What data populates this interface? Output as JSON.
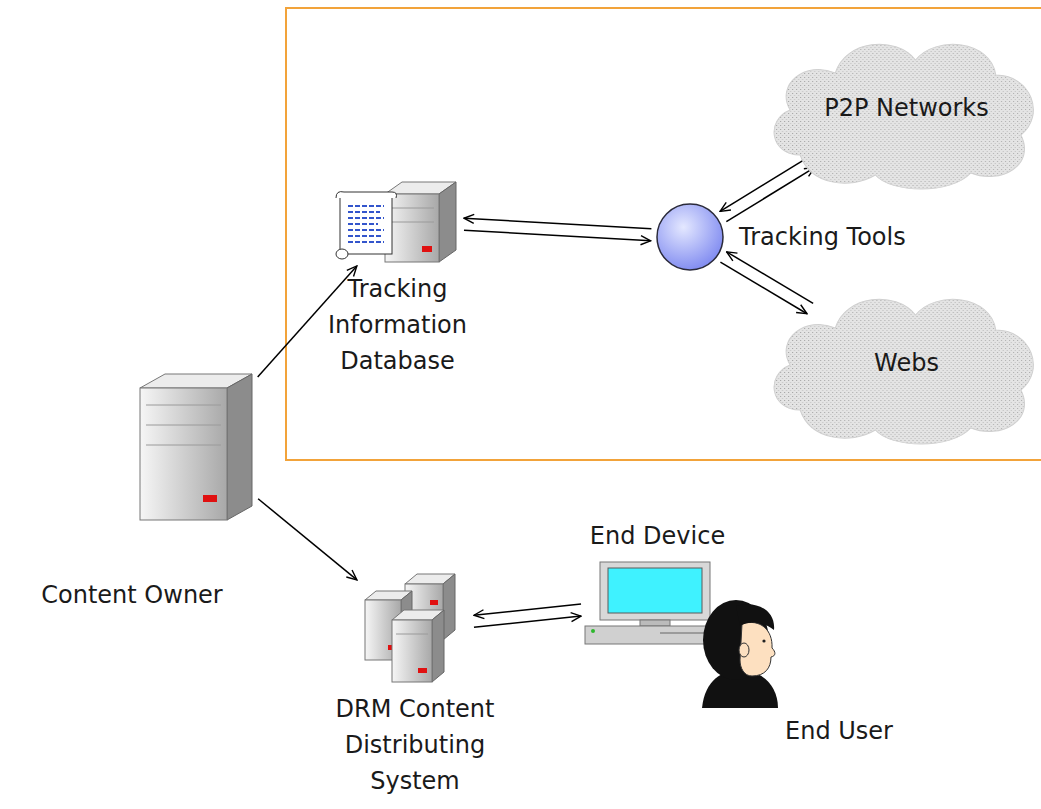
{
  "diagram": {
    "nodes": [
      {
        "text": [
          "Tracking Information Database"
        ]
      },
      {
        "text": [
          "P2P Networks"
        ]
      },
      {
        "text": [
          "Tracking Tools"
        ]
      },
      {
        "text": [
          "Webs"
        ]
      },
      {
        "text": [
          "Content Owner"
        ]
      },
      {
        "text": [
          "End Device"
        ]
      },
      {
        "text": [
          "DRM Content Distributing System"
        ]
      },
      {
        "text": [
          "End User"
        ]
      }
    ],
    "edges": [
      {
        "from": 4,
        "to": 0,
        "arrow": "to"
      },
      {
        "from": 4,
        "to": 6,
        "arrow": "to"
      },
      {
        "from": 0,
        "to": 2,
        "arrow": "to"
      },
      {
        "from": 2,
        "to": 0,
        "arrow": "to"
      },
      {
        "from": 2,
        "to": 1,
        "arrow": "to"
      },
      {
        "from": 1,
        "to": 2,
        "arrow": "to"
      },
      {
        "from": 2,
        "to": 3,
        "arrow": "to"
      },
      {
        "from": 3,
        "to": 2,
        "arrow": "to"
      },
      {
        "from": 6,
        "to": 5,
        "arrow": "to"
      },
      {
        "from": 5,
        "to": 6,
        "arrow": "to"
      }
    ]
  }
}
